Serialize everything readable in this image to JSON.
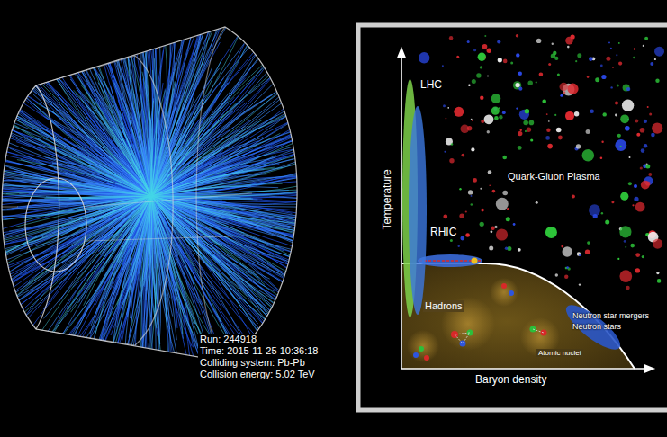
{
  "diagram": {
    "nodes": [
      {
        "text": [
          "LHC"
        ]
      },
      {
        "text": [
          "RHIC"
        ]
      },
      {
        "text": [
          "Neutron star mergers",
          "Neutron stars"
        ]
      }
    ],
    "labels": [
      "Run: 244918",
      "Time: 2015-11-25 10:36:18",
      "Colliding system: Pb-Pb",
      "Collision energy: 5.02 TeV",
      "Temperature",
      "Baryon density",
      "Quark-Gluon Plasma",
      "Hadrons",
      "Atomic nuclei"
    ]
  }
}
